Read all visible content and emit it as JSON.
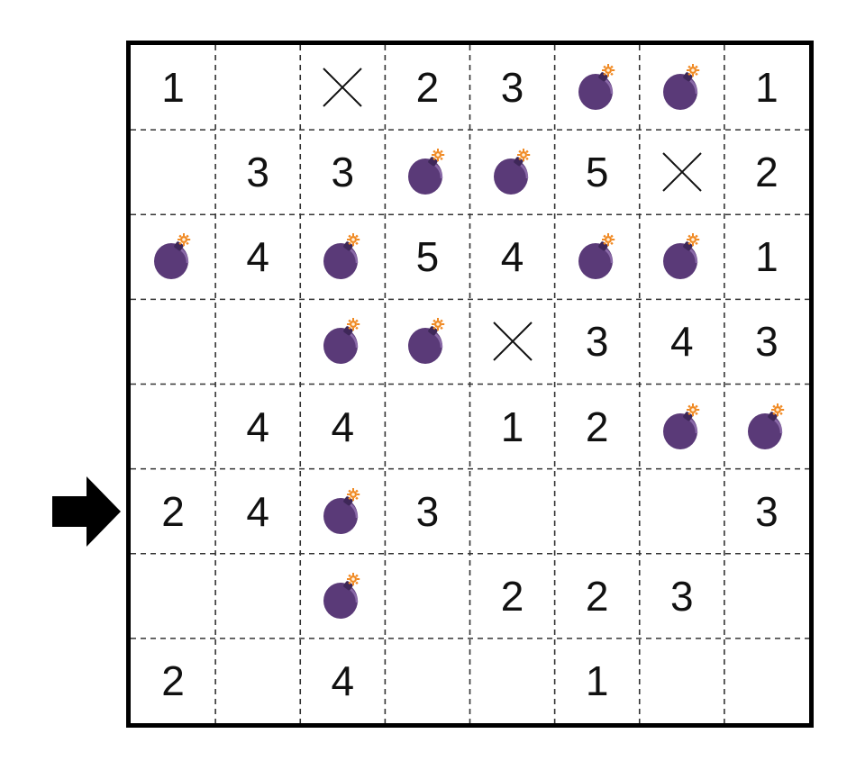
{
  "rows": 8,
  "cols": 8,
  "grid": [
    [
      "1",
      "",
      "x",
      "2",
      "3",
      "mine",
      "mine",
      "1"
    ],
    [
      "",
      "3",
      "3",
      "mine",
      "mine",
      "5",
      "x",
      "2"
    ],
    [
      "mine",
      "4",
      "mine",
      "5",
      "4",
      "mine",
      "mine",
      "1"
    ],
    [
      "",
      "",
      "mine",
      "mine",
      "x",
      "3",
      "4",
      "3"
    ],
    [
      "",
      "4",
      "4",
      "",
      "1",
      "2",
      "mine",
      "mine"
    ],
    [
      "2",
      "4",
      "mine",
      "3",
      "",
      "",
      "",
      "3"
    ],
    [
      "",
      "",
      "mine",
      "",
      "2",
      "2",
      "3",
      ""
    ],
    [
      "2",
      "",
      "4",
      "",
      "",
      "1",
      "",
      ""
    ]
  ],
  "row_pointer": 5,
  "colors": {
    "mine": "#5a3a78",
    "mine_highlight": "#8a6aa8",
    "fuse": "#f08a24",
    "grid_line": "#333333",
    "text": "#111111"
  },
  "icons": {
    "mine": "bomb-icon",
    "cross": "cross-mark-icon",
    "pointer": "right-arrow-icon"
  }
}
